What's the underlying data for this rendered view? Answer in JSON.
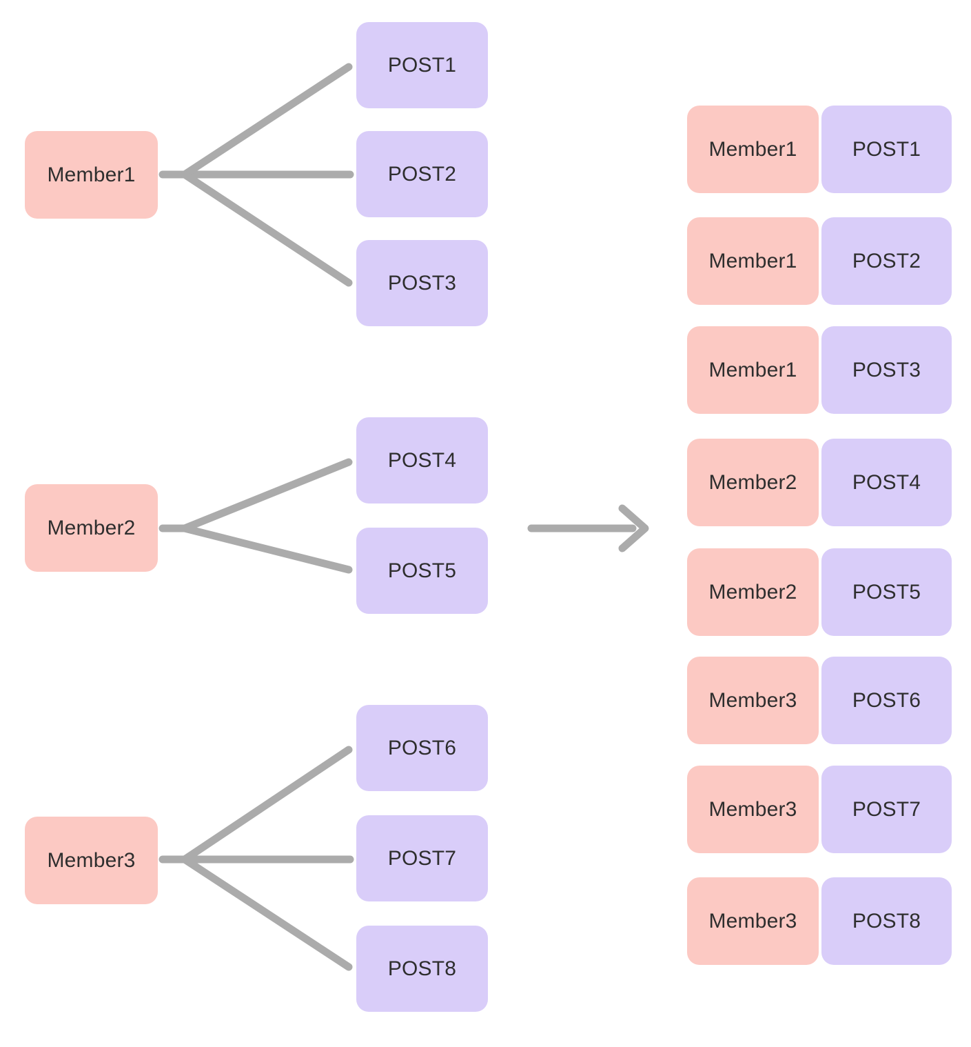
{
  "colors": {
    "member_box": "#fcc9c3",
    "post_box": "#d9cdf9",
    "connector": "#ababab",
    "label_text": "#2e2e2e",
    "background": "#ffffff"
  },
  "diagram": {
    "members": [
      {
        "label": "Member1",
        "posts": [
          {
            "label": "POST1"
          },
          {
            "label": "POST2"
          },
          {
            "label": "POST3"
          }
        ]
      },
      {
        "label": "Member2",
        "posts": [
          {
            "label": "POST4"
          },
          {
            "label": "POST5"
          }
        ]
      },
      {
        "label": "Member3",
        "posts": [
          {
            "label": "POST6"
          },
          {
            "label": "POST7"
          },
          {
            "label": "POST8"
          }
        ]
      }
    ],
    "pairs": [
      {
        "member": "Member1",
        "post": "POST1"
      },
      {
        "member": "Member1",
        "post": "POST2"
      },
      {
        "member": "Member1",
        "post": "POST3"
      },
      {
        "member": "Member2",
        "post": "POST4"
      },
      {
        "member": "Member2",
        "post": "POST5"
      },
      {
        "member": "Member3",
        "post": "POST6"
      },
      {
        "member": "Member3",
        "post": "POST7"
      },
      {
        "member": "Member3",
        "post": "POST8"
      }
    ]
  }
}
